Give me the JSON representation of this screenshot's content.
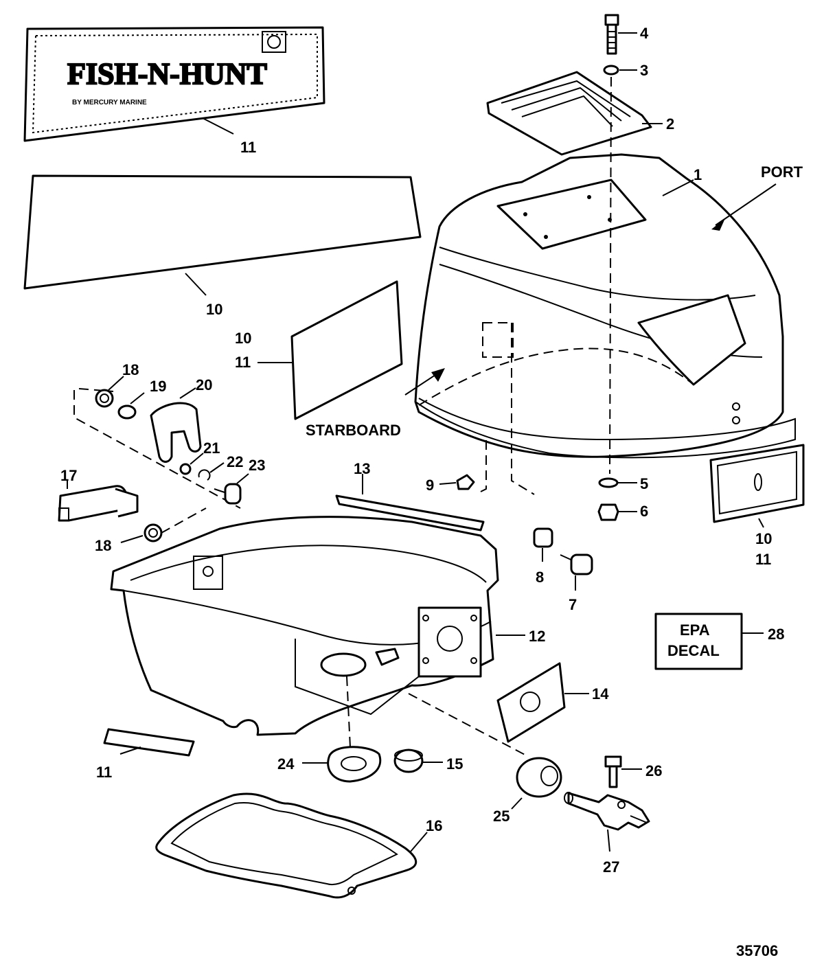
{
  "decal": {
    "brand_text": "FISH-N-HUNT",
    "sub_text": "BY MERCURY MARINE"
  },
  "orientation": {
    "port": "PORT",
    "starboard": "STARBOARD"
  },
  "epa_decal": {
    "line1": "EPA",
    "line2": "DECAL"
  },
  "callouts": {
    "c1": "1",
    "c2": "2",
    "c3": "3",
    "c4": "4",
    "c5": "5",
    "c6": "6",
    "c7": "7",
    "c8": "8",
    "c9": "9",
    "c10a": "10",
    "c10b": "10",
    "c10c": "10",
    "c11a": "11",
    "c11b": "11",
    "c11c": "11",
    "c11d": "11",
    "c12": "12",
    "c13": "13",
    "c14": "14",
    "c15": "15",
    "c16": "16",
    "c17": "17",
    "c18a": "18",
    "c18b": "18",
    "c19": "19",
    "c20": "20",
    "c21": "21",
    "c22": "22",
    "c23": "23",
    "c24": "24",
    "c25": "25",
    "c26": "26",
    "c27": "27",
    "c28": "28"
  },
  "figure_number": "35706"
}
